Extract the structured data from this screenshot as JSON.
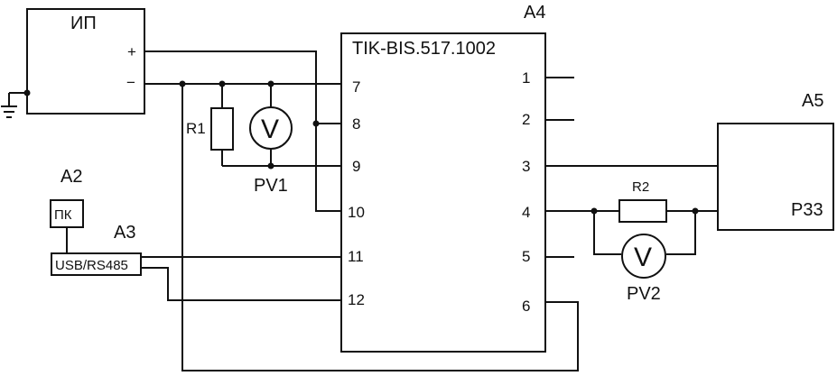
{
  "power_supply": {
    "label": "ИП",
    "plus": "+",
    "minus": "−"
  },
  "pc": {
    "ref": "A2",
    "label": "ПК"
  },
  "converter": {
    "ref": "A3",
    "label": "USB/RS485"
  },
  "module": {
    "ref": "A4",
    "title": "TIK-BIS.517.1002",
    "left_pins": [
      "7",
      "8",
      "9",
      "10",
      "11",
      "12"
    ],
    "right_pins": [
      "1",
      "2",
      "3",
      "4",
      "5",
      "6"
    ]
  },
  "device": {
    "ref": "A5",
    "label": "P33"
  },
  "resistors": {
    "r1": "R1",
    "r2": "R2"
  },
  "voltmeters": {
    "pv1": "PV1",
    "pv2": "PV2",
    "symbol": "V"
  },
  "colors": {
    "ink": "#111111",
    "background": "#ffffff"
  }
}
